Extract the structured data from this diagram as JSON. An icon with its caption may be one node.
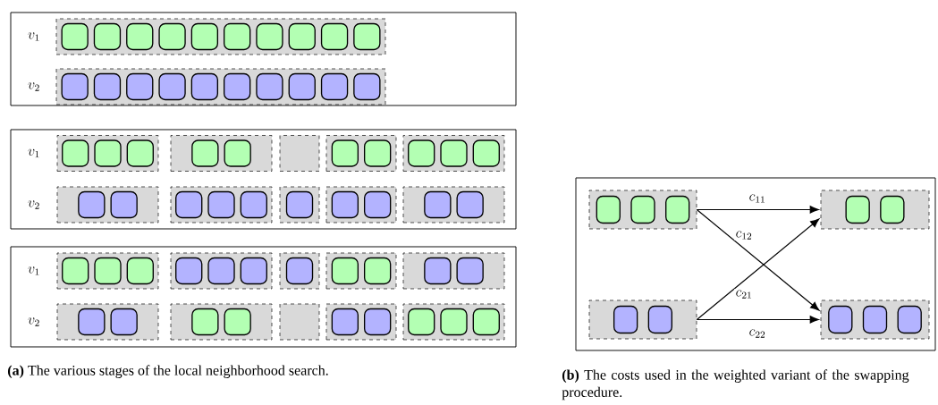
{
  "diagram": {
    "nodes": [
      {
        "text": [],
        "shape": "box"
      },
      {
        "text": [],
        "shape": "box",
        "in": 0
      },
      {
        "text": [],
        "shape": "box",
        "in": 1
      },
      {
        "text": [],
        "shape": "box",
        "in": 1
      },
      {
        "text": [],
        "shape": "box",
        "in": 1
      },
      {
        "text": [],
        "shape": "box",
        "in": 1
      },
      {
        "text": [],
        "shape": "box",
        "in": 1
      },
      {
        "text": [],
        "shape": "box",
        "in": 1
      },
      {
        "text": [],
        "shape": "box",
        "in": 1
      },
      {
        "text": [],
        "shape": "box",
        "in": 1
      },
      {
        "text": [],
        "shape": "box",
        "in": 1
      },
      {
        "text": [],
        "shape": "box",
        "in": 1
      },
      {
        "text": [],
        "shape": "box",
        "in": 0
      },
      {
        "text": [],
        "shape": "box",
        "in": 12
      },
      {
        "text": [],
        "shape": "box",
        "in": 12
      },
      {
        "text": [],
        "shape": "box",
        "in": 12
      },
      {
        "text": [],
        "shape": "box",
        "in": 12
      },
      {
        "text": [],
        "shape": "box",
        "in": 12
      },
      {
        "text": [],
        "shape": "box",
        "in": 12
      },
      {
        "text": [],
        "shape": "box",
        "in": 12
      },
      {
        "text": [],
        "shape": "box",
        "in": 12
      },
      {
        "text": [],
        "shape": "box",
        "in": 12
      },
      {
        "text": [],
        "shape": "box",
        "in": 12
      },
      {
        "text": [],
        "shape": "box"
      },
      {
        "text": [],
        "shape": "box",
        "in": 23
      },
      {
        "text": [],
        "shape": "box",
        "in": 24
      },
      {
        "text": [],
        "shape": "box",
        "in": 24
      },
      {
        "text": [],
        "shape": "box",
        "in": 24
      },
      {
        "text": [],
        "shape": "box",
        "in": 23
      },
      {
        "text": [],
        "shape": "box",
        "in": 28
      },
      {
        "text": [],
        "shape": "box",
        "in": 28
      },
      {
        "text": [],
        "shape": "box",
        "in": 23
      },
      {
        "text": [],
        "shape": "box",
        "in": 23
      },
      {
        "text": [],
        "shape": "box",
        "in": 32
      },
      {
        "text": [],
        "shape": "box",
        "in": 32
      },
      {
        "text": [],
        "shape": "box",
        "in": 23
      },
      {
        "text": [],
        "shape": "box",
        "in": 35
      },
      {
        "text": [],
        "shape": "box",
        "in": 35
      },
      {
        "text": [],
        "shape": "box",
        "in": 35
      },
      {
        "text": [],
        "shape": "box",
        "in": 23
      },
      {
        "text": [],
        "shape": "box",
        "in": 39
      },
      {
        "text": [],
        "shape": "box",
        "in": 39
      },
      {
        "text": [],
        "shape": "box",
        "in": 23
      },
      {
        "text": [],
        "shape": "box",
        "in": 42
      },
      {
        "text": [],
        "shape": "box",
        "in": 42
      },
      {
        "text": [],
        "shape": "box",
        "in": 42
      },
      {
        "text": [],
        "shape": "box",
        "in": 23
      },
      {
        "text": [],
        "shape": "box",
        "in": 46
      },
      {
        "text": [],
        "shape": "box",
        "in": 23
      },
      {
        "text": [],
        "shape": "box",
        "in": 48
      },
      {
        "text": [],
        "shape": "box",
        "in": 48
      },
      {
        "text": [],
        "shape": "box",
        "in": 23
      },
      {
        "text": [],
        "shape": "box",
        "in": 51
      },
      {
        "text": [],
        "shape": "box",
        "in": 51
      },
      {
        "text": [],
        "shape": "box"
      },
      {
        "text": [],
        "shape": "box",
        "in": 54
      },
      {
        "text": [],
        "shape": "box",
        "in": 55
      },
      {
        "text": [],
        "shape": "box",
        "in": 55
      },
      {
        "text": [],
        "shape": "box",
        "in": 55
      },
      {
        "text": [],
        "shape": "box",
        "in": 54
      },
      {
        "text": [],
        "shape": "box",
        "in": 59
      },
      {
        "text": [],
        "shape": "box",
        "in": 59
      },
      {
        "text": [],
        "shape": "box",
        "in": 59
      },
      {
        "text": [],
        "shape": "box",
        "in": 54
      },
      {
        "text": [],
        "shape": "box",
        "in": 63
      },
      {
        "text": [],
        "shape": "box",
        "in": 54
      },
      {
        "text": [],
        "shape": "box",
        "in": 65
      },
      {
        "text": [],
        "shape": "box",
        "in": 65
      },
      {
        "text": [],
        "shape": "box",
        "in": 54
      },
      {
        "text": [],
        "shape": "box",
        "in": 68
      },
      {
        "text": [],
        "shape": "box",
        "in": 68
      },
      {
        "text": [],
        "shape": "box",
        "in": 54
      },
      {
        "text": [],
        "shape": "box",
        "in": 71
      },
      {
        "text": [],
        "shape": "box",
        "in": 71
      },
      {
        "text": [],
        "shape": "box",
        "in": 54
      },
      {
        "text": [],
        "shape": "box",
        "in": 74
      },
      {
        "text": [],
        "shape": "box",
        "in": 74
      },
      {
        "text": [],
        "shape": "box",
        "in": 54
      },
      {
        "text": [],
        "shape": "box",
        "in": 54
      },
      {
        "text": [],
        "shape": "box",
        "in": 78
      },
      {
        "text": [],
        "shape": "box",
        "in": 78
      },
      {
        "text": [],
        "shape": "box",
        "in": 54
      },
      {
        "text": [],
        "shape": "box",
        "in": 81
      },
      {
        "text": [],
        "shape": "box",
        "in": 81
      },
      {
        "text": [],
        "shape": "box",
        "in": 81
      },
      {
        "text": [],
        "shape": "box"
      },
      {
        "text": [],
        "shape": "box",
        "in": 85
      },
      {
        "text": [],
        "shape": "box",
        "in": 86
      },
      {
        "text": [],
        "shape": "box",
        "in": 86
      },
      {
        "text": [],
        "shape": "box",
        "in": 86
      },
      {
        "text": [],
        "shape": "box",
        "in": 85
      },
      {
        "text": [],
        "shape": "box",
        "in": 90
      },
      {
        "text": [],
        "shape": "box",
        "in": 90
      },
      {
        "text": [],
        "shape": "box",
        "in": 85
      },
      {
        "text": [],
        "shape": "box",
        "in": 93
      },
      {
        "text": [],
        "shape": "box",
        "in": 93
      },
      {
        "text": [],
        "shape": "box",
        "in": 85
      },
      {
        "text": [],
        "shape": "box",
        "in": 96
      },
      {
        "text": [],
        "shape": "box",
        "in": 96
      },
      {
        "text": [],
        "shape": "box",
        "in": 96
      }
    ],
    "edges": [
      {
        "from": 86,
        "to": 90,
        "arrow": "to",
        "label": "c_{11}"
      },
      {
        "from": 86,
        "to": 96,
        "arrow": "to",
        "label": "c_{12}"
      },
      {
        "from": 93,
        "to": 90,
        "arrow": "to",
        "label": "c_{21}"
      },
      {
        "from": 93,
        "to": 96,
        "arrow": "to",
        "label": "c_{22}"
      }
    ],
    "labels": [
      "v_1",
      "v_2",
      "v_1",
      "v_2",
      "v_1",
      "v_2",
      "**(a)** The various stages of the local neighborhood search.",
      "**(b)** The costs used in the weighted variant of the swapping procedure."
    ]
  }
}
